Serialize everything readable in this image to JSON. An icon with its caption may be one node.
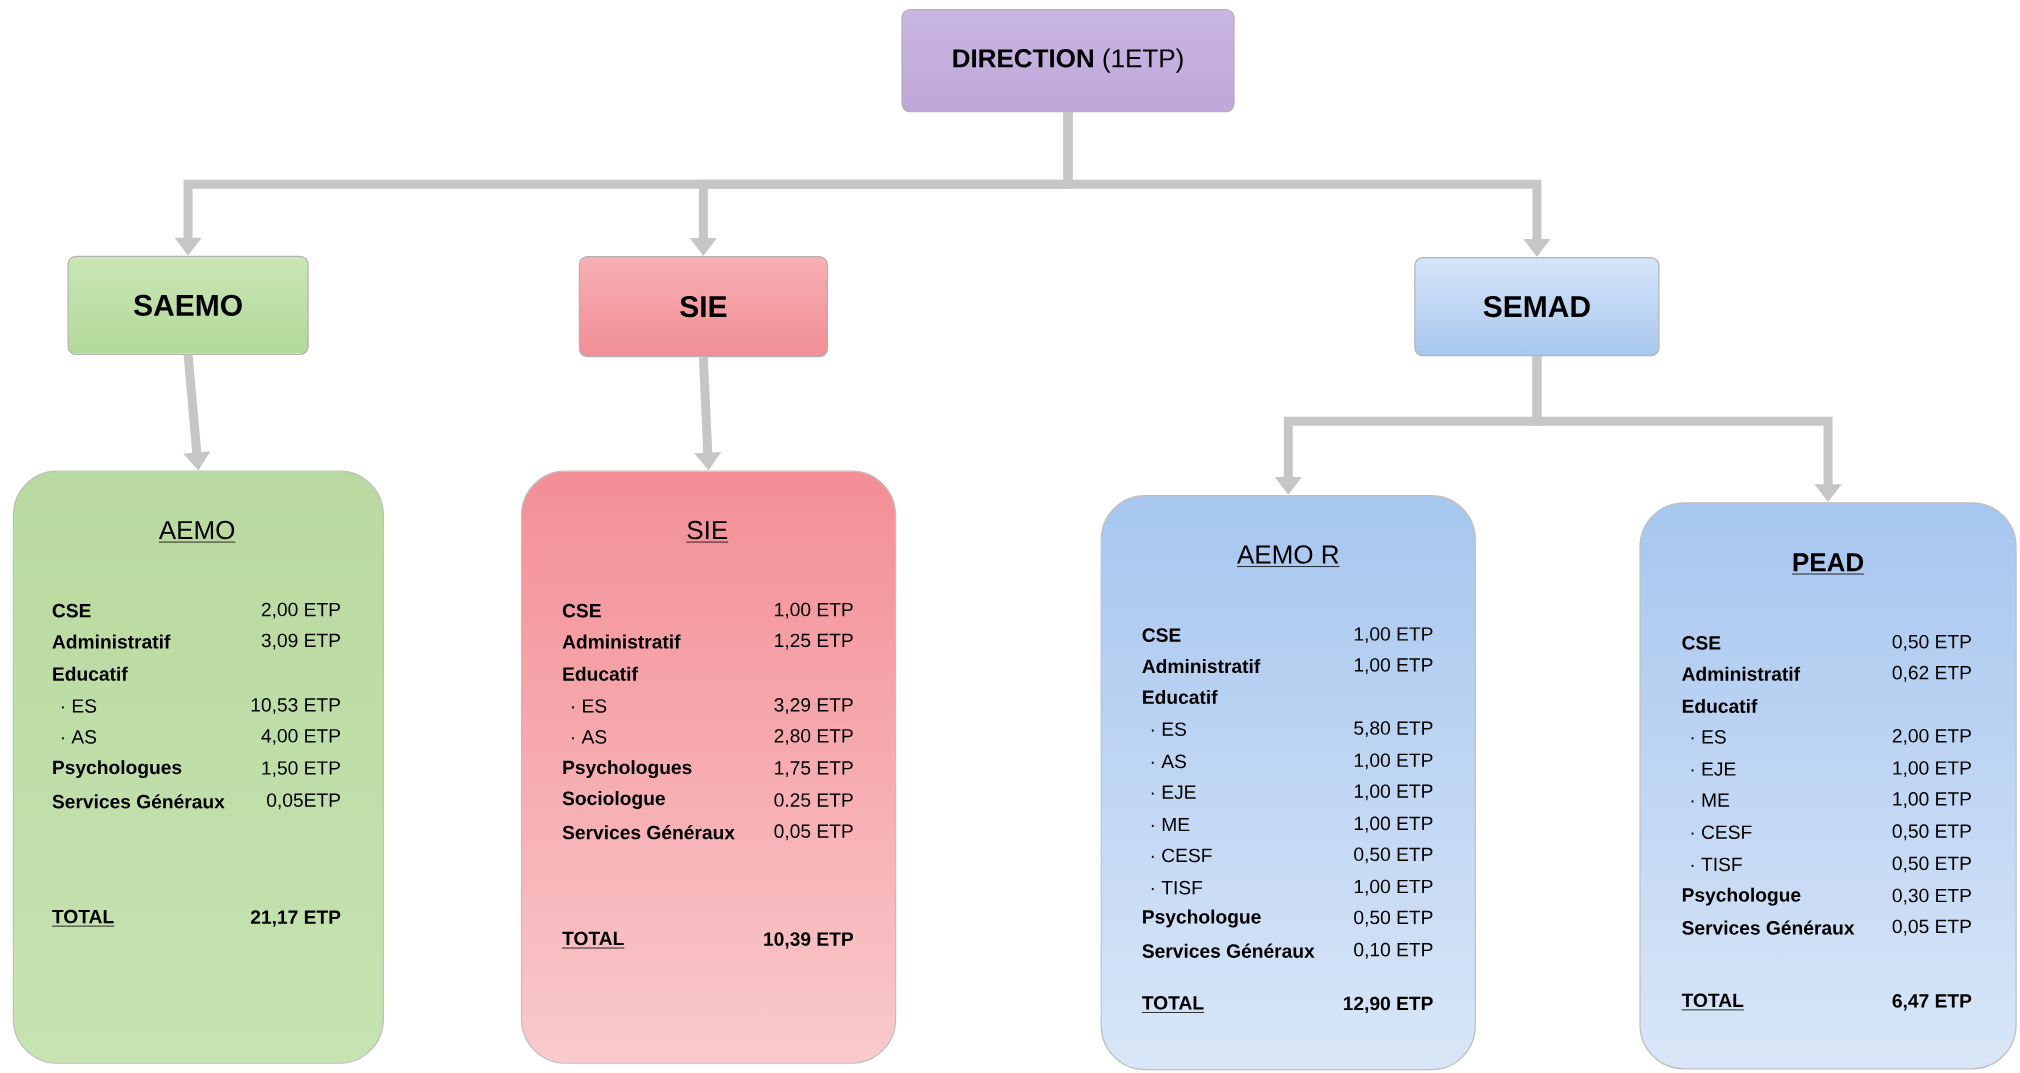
{
  "diagram": {
    "nodes": [
      {
        "text": [
          "**DIRECTION** (1ETP)"
        ]
      },
      {
        "text": [
          "SAEMO"
        ]
      },
      {
        "text": [
          "SIE"
        ]
      },
      {
        "text": [
          "SEMAD"
        ]
      },
      {
        "text": [
          "AEMO",
          "CSE",
          "2,00 ETP",
          "Administratif",
          "3,09 ETP",
          "Educatif",
          "· ES",
          "10,53 ETP",
          "· AS",
          "4,00 ETP",
          "Psychologues",
          "1,50 ETP",
          "Services Généraux",
          "0,05ETP",
          "TOTAL",
          "21,17 ETP"
        ]
      },
      {
        "text": [
          "SIE",
          "CSE",
          "1,00 ETP",
          "Administratif",
          "1,25 ETP",
          "Educatif",
          "· ES",
          "3,29 ETP",
          "· AS",
          "2,80 ETP",
          "Psychologues",
          "1,75 ETP",
          "Sociologue",
          "0.25 ETP",
          "Services Généraux",
          "0,05 ETP",
          "TOTAL",
          "10,39 ETP"
        ]
      },
      {
        "text": [
          "AEMO R",
          "CSE",
          "1,00 ETP",
          "Administratif",
          "1,00 ETP",
          "Educatif",
          "· ES",
          "5,80 ETP",
          "· AS",
          "1,00 ETP",
          "· EJE",
          "1,00 ETP",
          "· ME",
          "1,00 ETP",
          "· CESF",
          "0,50 ETP",
          "· TISF",
          "1,00 ETP",
          "Psychologue",
          "0,50 ETP",
          "Services Généraux",
          "0,10 ETP",
          "TOTAL",
          "12,90 ETP"
        ]
      },
      {
        "text": [
          "PEAD",
          "CSE",
          "0,50 ETP",
          "Administratif",
          "0,62 ETP",
          "Educatif",
          "· ES",
          "2,00 ETP",
          "· EJE",
          "1,00 ETP",
          "· ME",
          "1,00 ETP",
          "· CESF",
          "0,50 ETP",
          "· TISF",
          "0,50 ETP",
          "Psychologue",
          "0,30 ETP",
          "Services Généraux",
          "0,05 ETP",
          "TOTAL",
          "6,47 ETP"
        ]
      }
    ],
    "edges": [
      {
        "from": 0,
        "to": 1,
        "arrow": "to"
      },
      {
        "from": 0,
        "to": 2,
        "arrow": "to"
      },
      {
        "from": 0,
        "to": 3,
        "arrow": "to"
      },
      {
        "from": 1,
        "to": 4,
        "arrow": "to"
      },
      {
        "from": 2,
        "to": 5,
        "arrow": "to"
      },
      {
        "from": 3,
        "to": 6,
        "arrow": "to"
      },
      {
        "from": 3,
        "to": 7,
        "arrow": "to"
      }
    ]
  }
}
